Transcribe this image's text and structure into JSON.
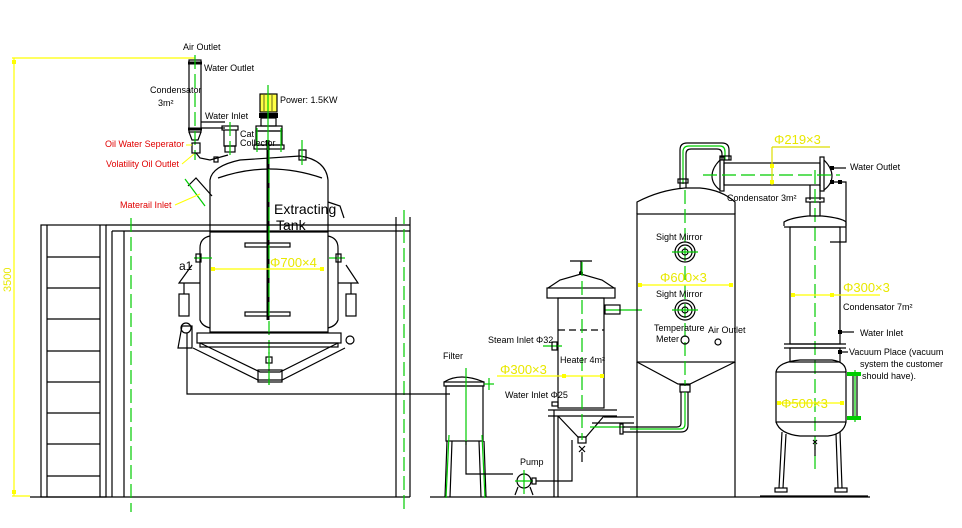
{
  "drawing": {
    "overall_height": "3500",
    "extracting_tank": {
      "title_line1": "Extracting",
      "title_line2": "Tank",
      "diameter": "Φ700×4",
      "marker": "a1",
      "air_outlet": "Air Outlet",
      "water_outlet": "Water Outlet",
      "condenser_line1": "Condensator",
      "condenser_line2": "3m²",
      "water_inlet": "Water Inlet",
      "power": "Power: 1.5KW",
      "cat_line1": "Cat",
      "cat_line2": "Collector",
      "oil_water_separator": "Oil Water Seperator",
      "volatility_oil_outlet": "Volatility Oil Outlet",
      "material_inlet": "Materail Inlet"
    },
    "filter": {
      "label": "Filter"
    },
    "pump": {
      "label": "Pump"
    },
    "heater": {
      "label": "Heater 4m²",
      "steam_inlet": "Steam Inlet Φ32",
      "water_inlet": "Water  Inlet Φ25",
      "diameter": "Φ300×3"
    },
    "evaporator": {
      "sight_mirror_1": "Sight Mirror",
      "sight_mirror_2": "Sight Mirror",
      "temperature_line1": "Temperature",
      "temperature_line2": "Meter",
      "air_outlet": "Air Outlet",
      "diameter": "Φ600×3"
    },
    "condenser_3": {
      "label": "Condensator 3m²",
      "diameter": "Φ219×3",
      "water_outlet": "Water Outlet"
    },
    "condenser_7": {
      "label": "Condensator 7m²",
      "diameter": "Φ300×3",
      "water_inlet": "Water Inlet"
    },
    "receiver": {
      "diameter": "Φ500×3",
      "vacuum_line1": "Vacuum Place (vacuum",
      "vacuum_line2": "system the customer",
      "vacuum_line3": "should have)."
    },
    "colors": {
      "outline": "#000000",
      "center_line": "#00cc00",
      "dimension": "#ffff00",
      "callout_red": "#e00000"
    }
  }
}
